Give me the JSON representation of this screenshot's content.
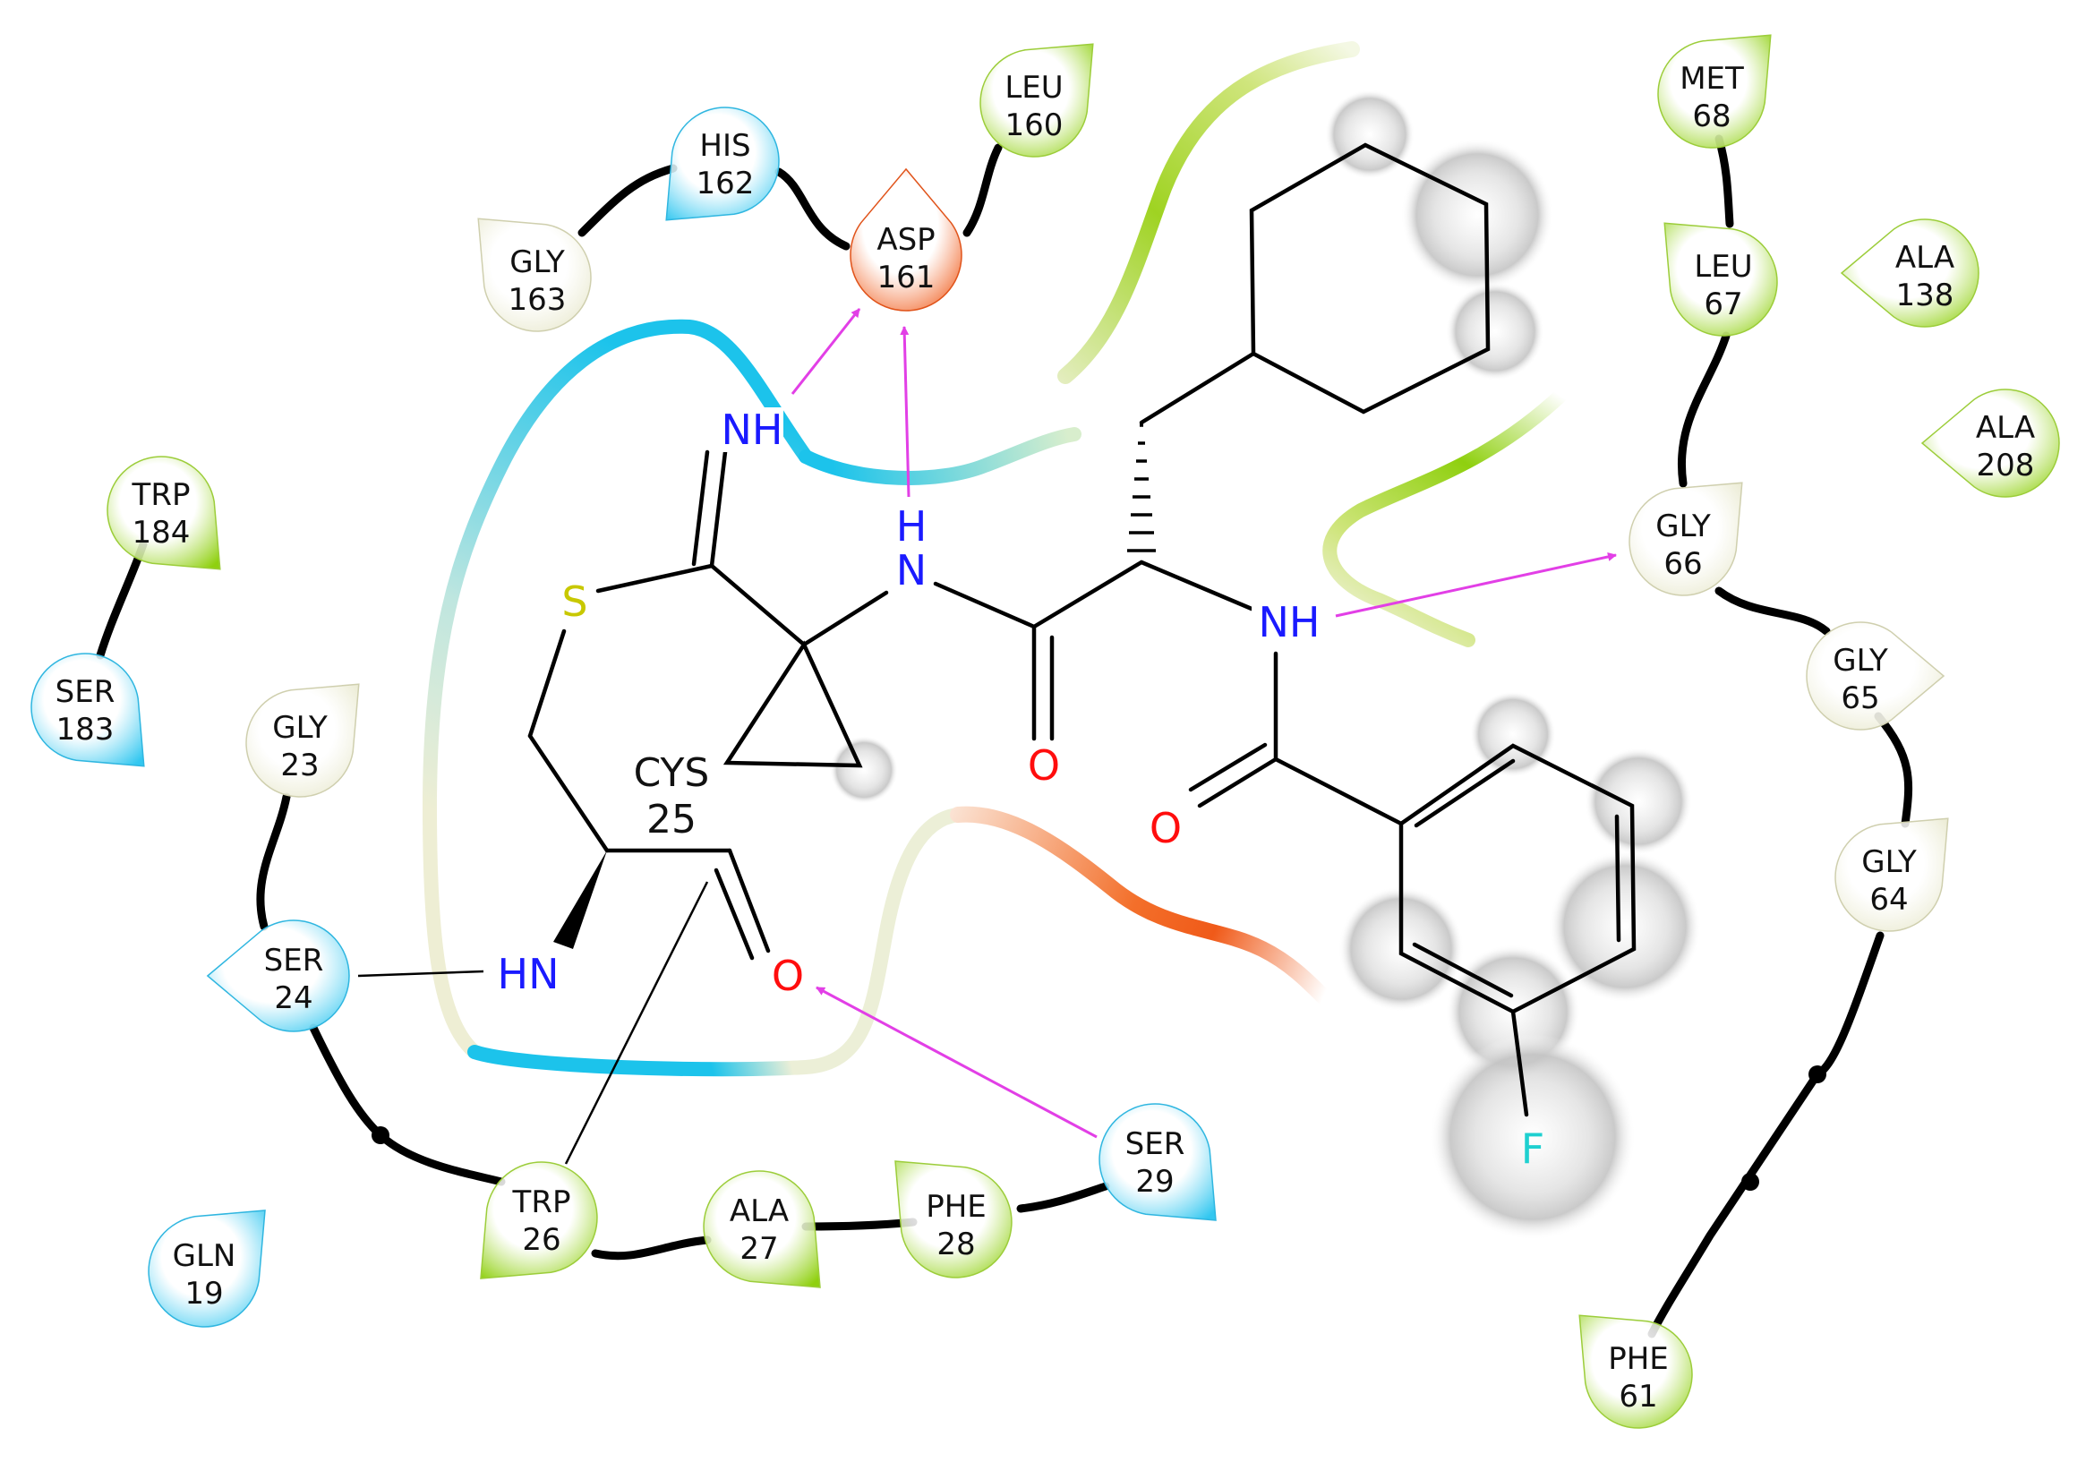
{
  "atoms": {
    "nh_imine": "NH",
    "h_amide": "H",
    "n_amide": "N",
    "nh_amide2": "NH",
    "sulfur": "S",
    "o_amide": "O",
    "o_benzoyl": "O",
    "hn_cys": "HN",
    "o_cys": "O",
    "fluorine": "F"
  },
  "cys_label": {
    "name": "CYS",
    "num": "25"
  },
  "residues": [
    {
      "id": "gly163",
      "name": "GLY",
      "num": "163",
      "kind": "glycine"
    },
    {
      "id": "his162",
      "name": "HIS",
      "num": "162",
      "kind": "polar"
    },
    {
      "id": "asp161",
      "name": "ASP",
      "num": "161",
      "kind": "negative"
    },
    {
      "id": "leu160",
      "name": "LEU",
      "num": "160",
      "kind": "hydrophobic"
    },
    {
      "id": "met68",
      "name": "MET",
      "num": "68",
      "kind": "hydrophobic"
    },
    {
      "id": "leu67",
      "name": "LEU",
      "num": "67",
      "kind": "hydrophobic"
    },
    {
      "id": "ala138",
      "name": "ALA",
      "num": "138",
      "kind": "hydrophobic"
    },
    {
      "id": "ala208",
      "name": "ALA",
      "num": "208",
      "kind": "hydrophobic"
    },
    {
      "id": "gly66",
      "name": "GLY",
      "num": "66",
      "kind": "glycine"
    },
    {
      "id": "gly65",
      "name": "GLY",
      "num": "65",
      "kind": "glycine"
    },
    {
      "id": "gly64",
      "name": "GLY",
      "num": "64",
      "kind": "glycine"
    },
    {
      "id": "phe61",
      "name": "PHE",
      "num": "61",
      "kind": "hydrophobic"
    },
    {
      "id": "trp184",
      "name": "TRP",
      "num": "184",
      "kind": "hydrophobic"
    },
    {
      "id": "ser183",
      "name": "SER",
      "num": "183",
      "kind": "polar"
    },
    {
      "id": "gly23",
      "name": "GLY",
      "num": "23",
      "kind": "glycine"
    },
    {
      "id": "ser24",
      "name": "SER",
      "num": "24",
      "kind": "polar"
    },
    {
      "id": "trp26",
      "name": "TRP",
      "num": "26",
      "kind": "hydrophobic"
    },
    {
      "id": "ala27",
      "name": "ALA",
      "num": "27",
      "kind": "hydrophobic"
    },
    {
      "id": "phe28",
      "name": "PHE",
      "num": "28",
      "kind": "hydrophobic"
    },
    {
      "id": "ser29",
      "name": "SER",
      "num": "29",
      "kind": "polar"
    },
    {
      "id": "gln19",
      "name": "GLN",
      "num": "19",
      "kind": "polar"
    }
  ],
  "colors": {
    "hydrophobic": "#8fd00f",
    "polar": "#33c7f0",
    "glycine": "#e6e6c8",
    "negative": "#f05a19",
    "hbond": "#e23fe6",
    "nitrogen": "#1a1aff",
    "oxygen": "#ff0d0d",
    "sulfur": "#c8c800",
    "fluorine": "#1fd0d0"
  }
}
